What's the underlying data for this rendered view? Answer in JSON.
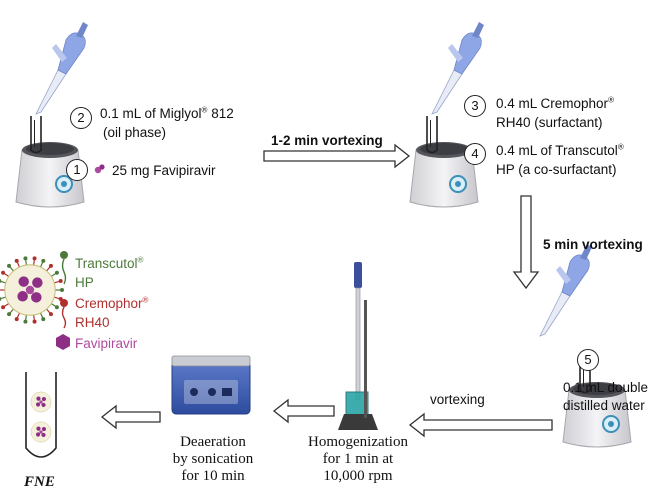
{
  "steps": {
    "s1": {
      "num": "1",
      "text": "25 mg Favipiravir"
    },
    "s2": {
      "num": "2",
      "line1": "0.1 mL of Miglyol",
      "line1_sup": "®",
      "line1_tail": " 812",
      "line2": "(oil phase)"
    },
    "s3": {
      "num": "3",
      "line1": "0.4 mL Cremophor",
      "line1_sup": "®",
      "line2": "RH40 (surfactant)"
    },
    "s4": {
      "num": "4",
      "line1": "0.4 mL of Transcutol",
      "line1_sup": "®",
      "line2": "HP (a co-surfactant)"
    },
    "s5": {
      "num": "5",
      "line1": "0.1 mL double",
      "line2": "distilled water"
    }
  },
  "arrows": {
    "a1": "1-2 min vortexing",
    "a2": "5 min vortexing",
    "a3": "vortexing"
  },
  "processes": {
    "homogenization": {
      "line1": "Homogenization",
      "line2": "for 1 min at",
      "line3": "10,000 rpm"
    },
    "deaeration": {
      "line1": "Deaeration",
      "line2": "by sonication",
      "line3": "for 10 min"
    }
  },
  "legend": {
    "transcutol_1": "Transcutol",
    "transcutol_sup": "®",
    "transcutol_2": "HP",
    "cremophor_1": "Cremophor",
    "cremophor_sup": "®",
    "cremophor_2": "RH40",
    "favipiravir": "Favipiravir"
  },
  "product": "FNE",
  "colors": {
    "transcutol": "#4d7a3a",
    "cremophor": "#b0302e",
    "favipiravir": "#8e2f86",
    "favipiravir_text": "#b04aa0",
    "pipette": "#8fa6e6",
    "vortex_body": "#e9e9ec",
    "vortex_pad": "#3d3d44",
    "vortex_knob": "#3b8fb8"
  }
}
